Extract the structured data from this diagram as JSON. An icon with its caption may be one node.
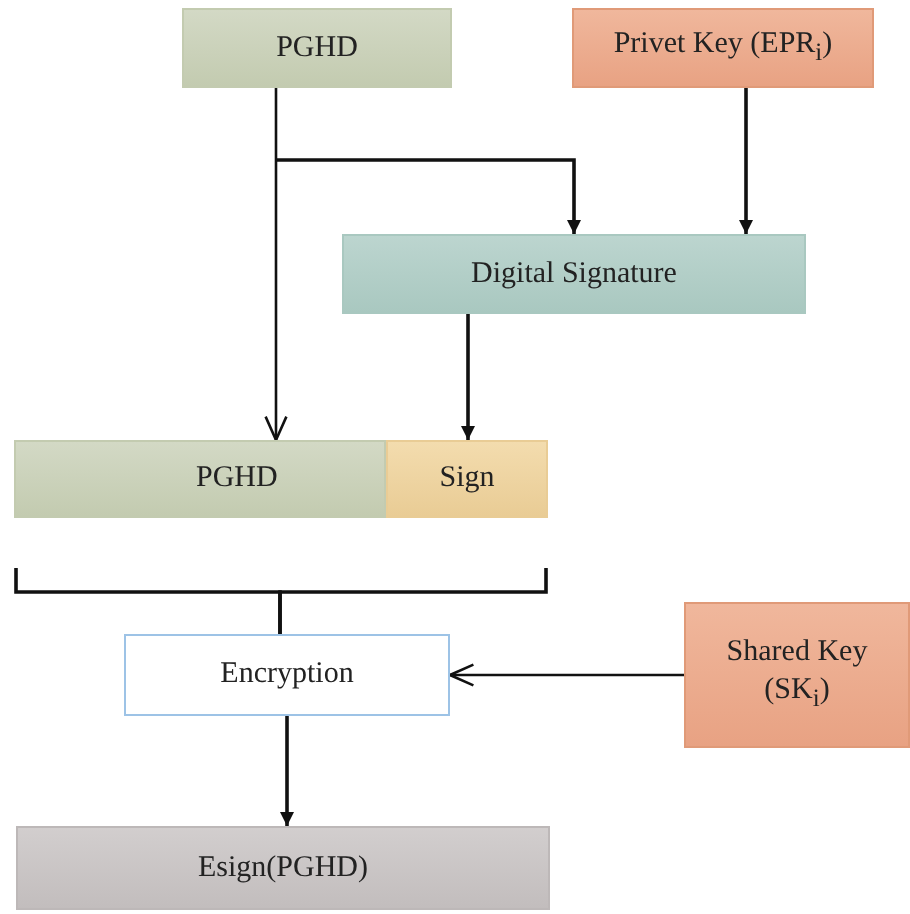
{
  "diagram": {
    "nodes": [
      {
        "text": [
          "PGHD"
        ]
      },
      {
        "text": [
          "Privet Key (EPR$_{i}$)"
        ]
      },
      {
        "text": [
          "Digital Signature"
        ]
      },
      {
        "text": [
          "PGHD"
        ]
      },
      {
        "text": [
          "Sign"
        ]
      },
      {
        "text": [
          "Encryption"
        ]
      },
      {
        "text": [
          "Shared Key (SK$_{i}$)"
        ]
      },
      {
        "text": [
          "Esign(PGHD)"
        ]
      }
    ],
    "edges": [
      {
        "from": 0,
        "to": 2,
        "arrow": "to"
      },
      {
        "from": 0,
        "to": 3,
        "arrow": "to"
      },
      {
        "from": 1,
        "to": 2,
        "arrow": "to"
      },
      {
        "from": 2,
        "to": 4,
        "arrow": "to"
      },
      {
        "from": 3,
        "to": 5,
        "arrow": "none"
      },
      {
        "from": 4,
        "to": 5,
        "arrow": "none"
      },
      {
        "from": 6,
        "to": 5,
        "arrow": "to"
      },
      {
        "from": 5,
        "to": 7,
        "arrow": "to"
      }
    ]
  }
}
